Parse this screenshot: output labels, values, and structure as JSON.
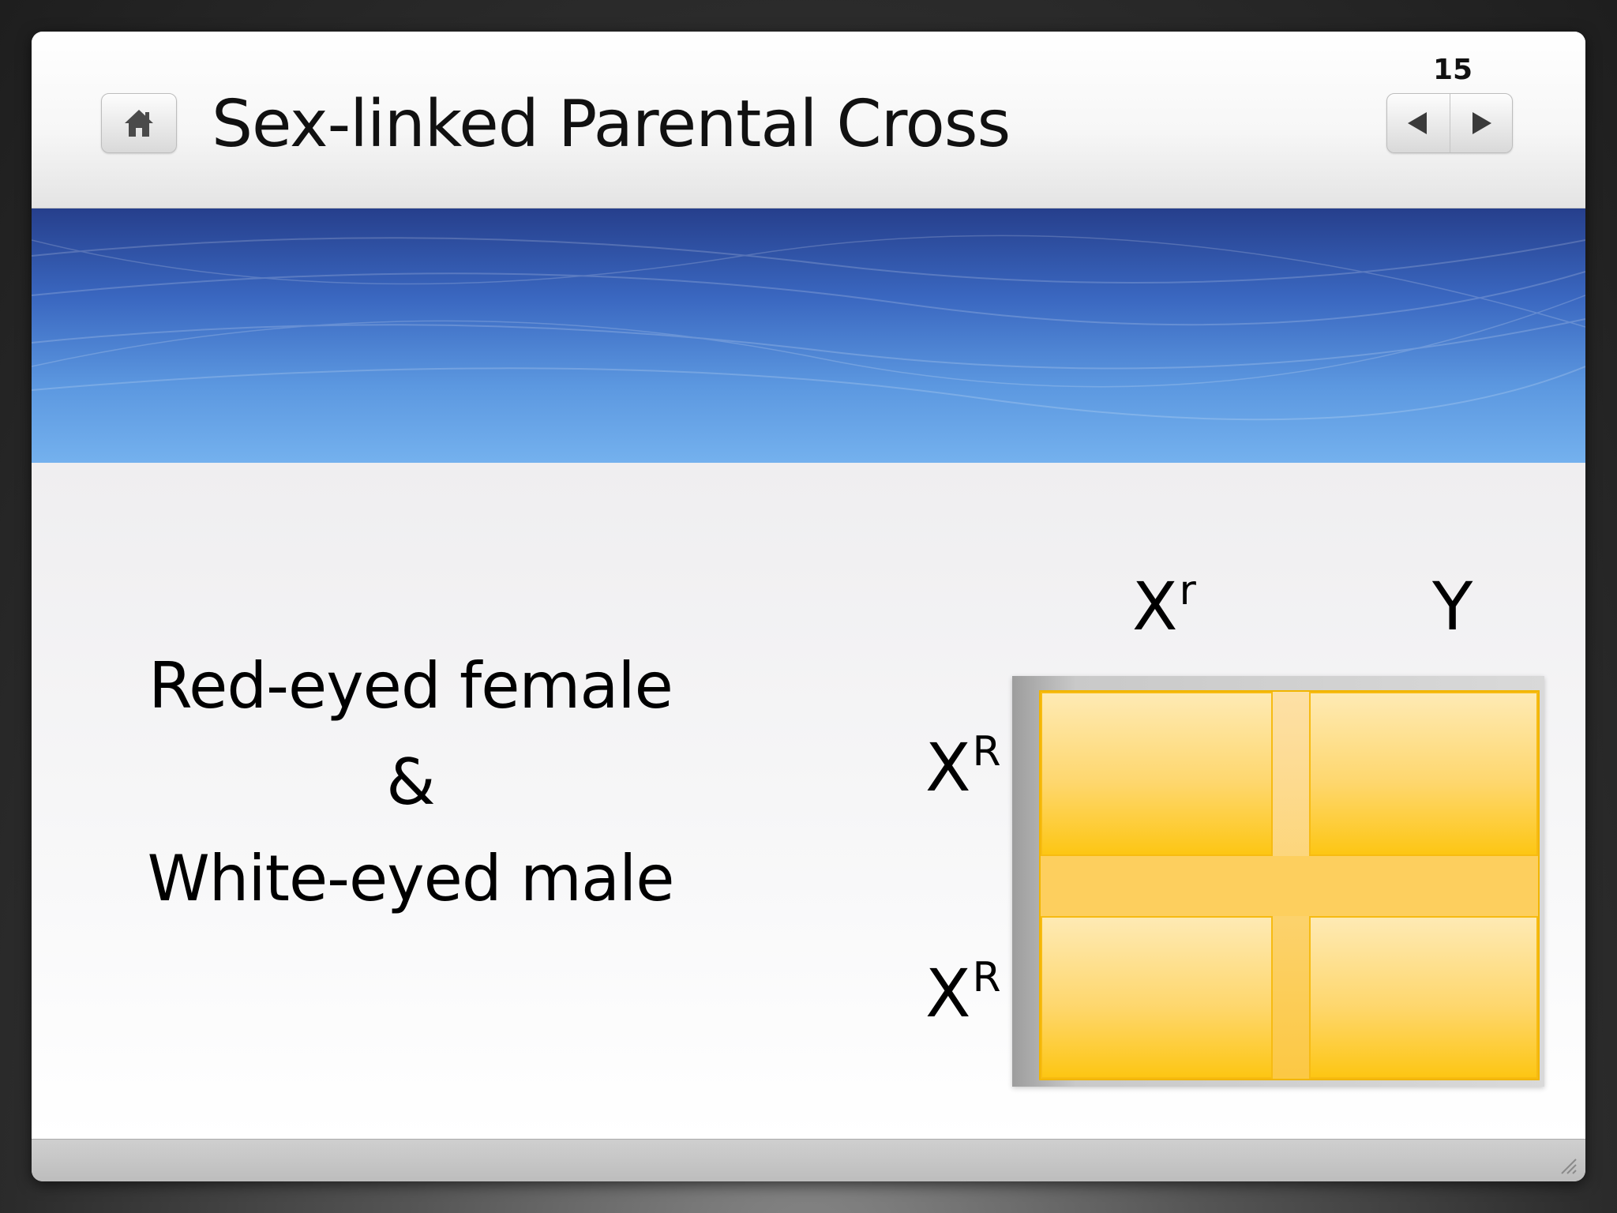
{
  "header": {
    "title": "Sex-linked Parental Cross",
    "slide_number": "15",
    "home_button": "home-icon",
    "prev_button": "triangle-left-icon",
    "next_button": "triangle-right-icon"
  },
  "content": {
    "cross_lines": [
      "Red-eyed female",
      "&",
      "White-eyed male"
    ],
    "punnett": {
      "column_headers": [
        {
          "base": "X",
          "sup": "r"
        },
        {
          "base": "Y",
          "sup": ""
        }
      ],
      "row_headers": [
        {
          "base": "X",
          "sup": "R"
        },
        {
          "base": "X",
          "sup": "R"
        }
      ],
      "cells": [
        "",
        "",
        "",
        ""
      ]
    }
  },
  "colors": {
    "banner_top": "#263f8c",
    "banner_bottom": "#74b1ee",
    "cell_top": "#feeab4",
    "cell_bottom": "#fdc614"
  }
}
